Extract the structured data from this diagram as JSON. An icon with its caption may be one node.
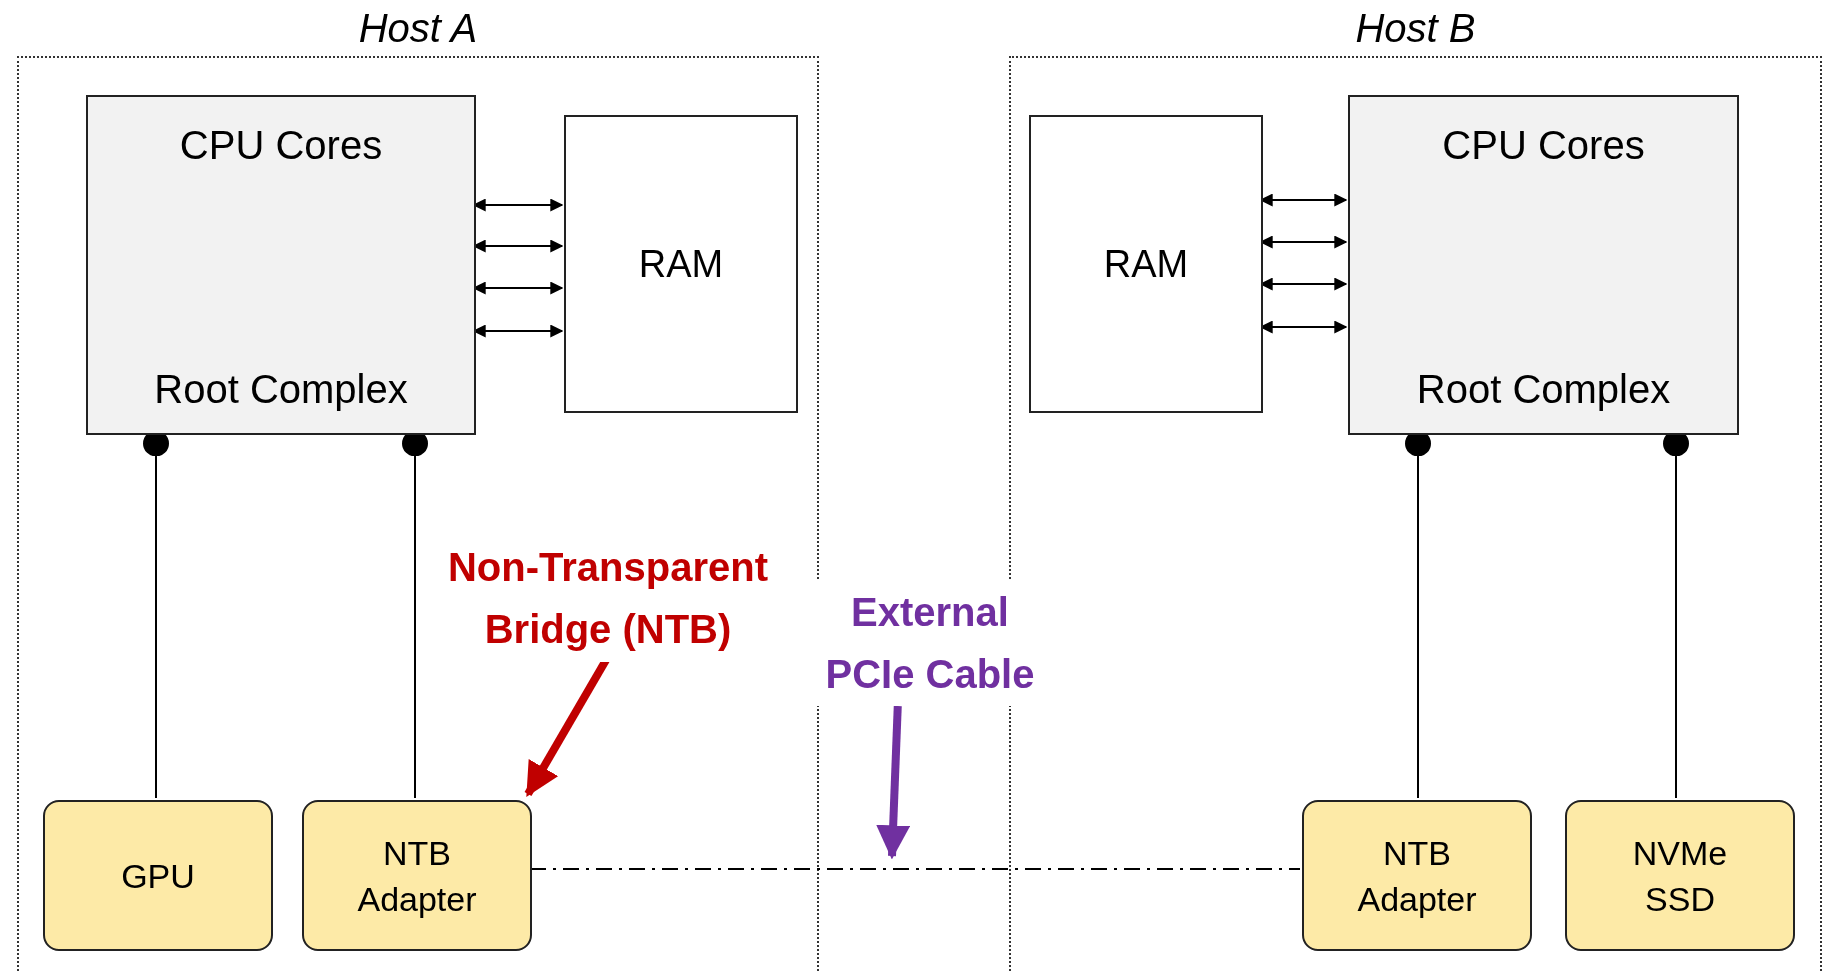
{
  "diagram": {
    "nodes": [
      {
        "text": [
          "Host A"
        ]
      },
      {
        "text": [
          "CPU Cores",
          "Root Complex"
        ],
        "in": 0
      },
      {
        "text": [
          "RAM"
        ],
        "in": 0
      },
      {
        "text": [
          "GPU"
        ],
        "in": 0
      },
      {
        "text": [
          "NTB Adapter"
        ],
        "in": 0
      },
      {
        "text": [
          "Host B"
        ]
      },
      {
        "text": [
          "RAM"
        ],
        "in": 5
      },
      {
        "text": [
          "CPU Cores",
          "Root Complex"
        ],
        "in": 5
      },
      {
        "text": [
          "NTB Adapter"
        ],
        "in": 5
      },
      {
        "text": [
          "NVMe SSD"
        ],
        "in": 5
      },
      {
        "text": [
          "Non-Transparent Bridge (NTB)"
        ],
        "in": 0
      },
      {
        "text": [
          "External PCIe Cable"
        ]
      }
    ],
    "edges": [
      {
        "from": 1,
        "to": 2,
        "arrow": "both"
      },
      {
        "from": 1,
        "to": 2,
        "arrow": "both"
      },
      {
        "from": 1,
        "to": 2,
        "arrow": "both"
      },
      {
        "from": 1,
        "to": 2,
        "arrow": "both"
      },
      {
        "from": 7,
        "to": 6,
        "arrow": "both"
      },
      {
        "from": 7,
        "to": 6,
        "arrow": "both"
      },
      {
        "from": 7,
        "to": 6,
        "arrow": "both"
      },
      {
        "from": 7,
        "to": 6,
        "arrow": "both"
      },
      {
        "from": 1,
        "to": 3,
        "arrow": "other"
      },
      {
        "from": 1,
        "to": 4,
        "arrow": "other"
      },
      {
        "from": 7,
        "to": 8,
        "arrow": "other"
      },
      {
        "from": 7,
        "to": 9,
        "arrow": "other"
      },
      {
        "from": 4,
        "to": 8,
        "arrow": "none",
        "style": "dashed"
      },
      {
        "from": 10,
        "to": 4,
        "arrow": "to",
        "style": "thick",
        "color": "#c00000"
      },
      {
        "from": 11,
        "to": null,
        "arrow": "to",
        "style": "thick",
        "color": "#7030a0"
      }
    ]
  }
}
